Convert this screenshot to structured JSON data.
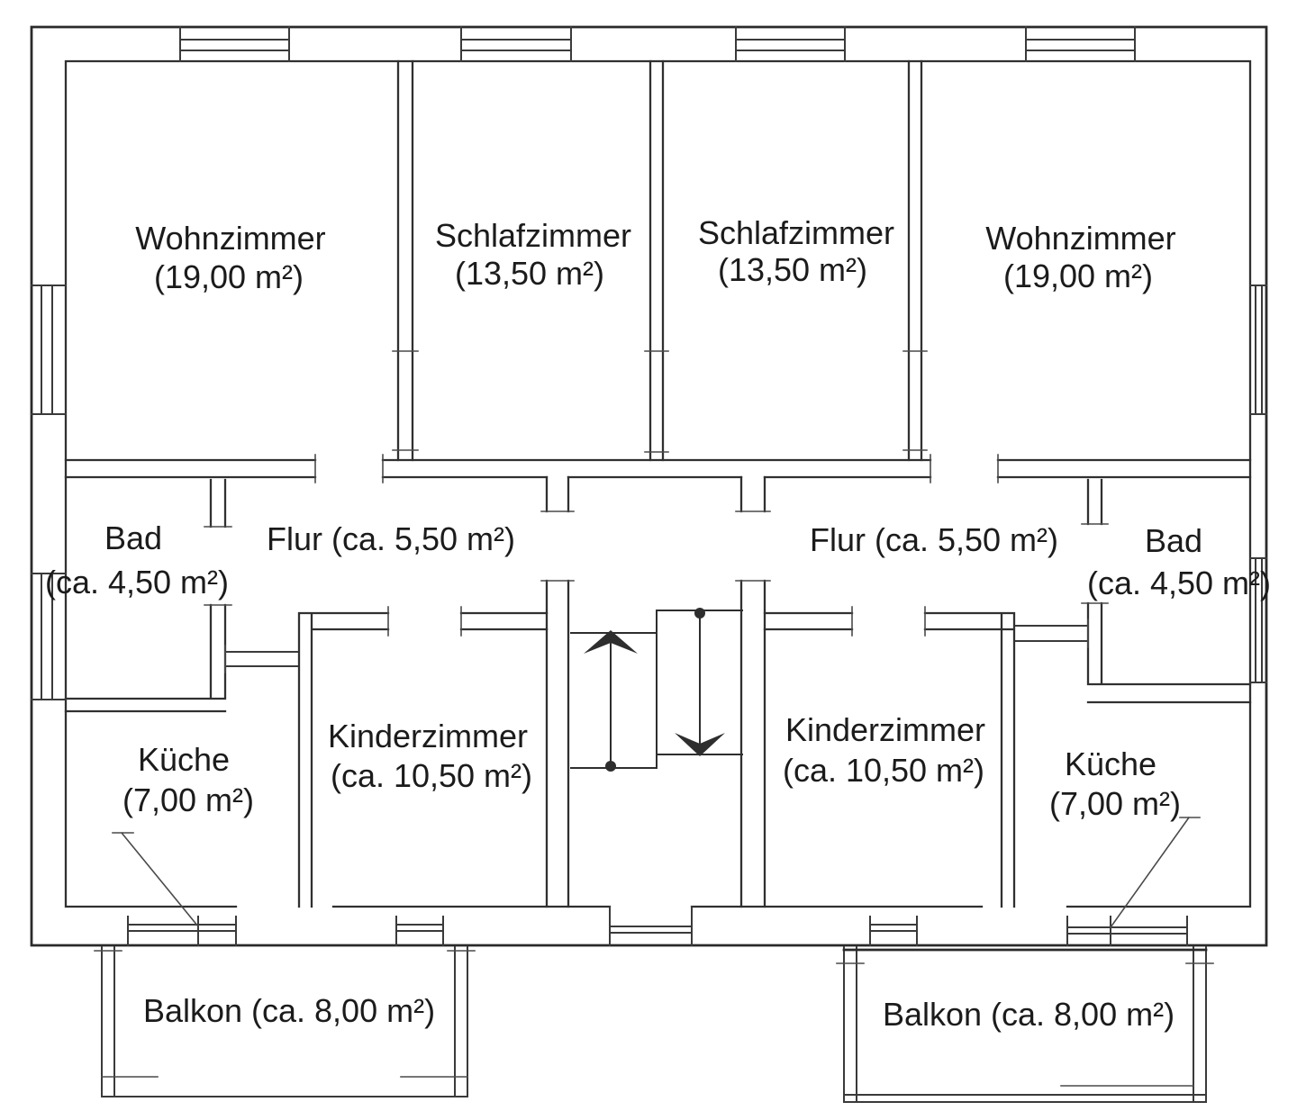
{
  "document": {
    "type": "floor-plan-drawing",
    "language": "de"
  },
  "colors": {
    "background": "#ffffff",
    "line": "#303030",
    "text": "#1b1b1b"
  },
  "rooms": {
    "wohnzimmer_left": {
      "name": "Wohnzimmer",
      "area": "(19,00 m²)"
    },
    "schlafzimmer_left": {
      "name": "Schlafzimmer",
      "area": "(13,50 m²)"
    },
    "schlafzimmer_right": {
      "name": "Schlafzimmer",
      "area": "(13,50 m²)"
    },
    "wohnzimmer_right": {
      "name": "Wohnzimmer",
      "area": "(19,00 m²)"
    },
    "bad_left": {
      "name": "Bad",
      "area": "(ca. 4,50 m²)"
    },
    "flur_left": {
      "label": "Flur (ca. 5,50 m²)"
    },
    "flur_right": {
      "label": "Flur (ca. 5,50 m²)"
    },
    "bad_right": {
      "name": "Bad",
      "area": "(ca. 4,50 m²)"
    },
    "kueche_left": {
      "name": "Küche",
      "area": "(7,00 m²)"
    },
    "kinderzimmer_left": {
      "name": "Kinderzimmer",
      "area": "(ca. 10,50 m²)"
    },
    "kinderzimmer_right": {
      "name": "Kinderzimmer",
      "area": "(ca. 10,50 m²)"
    },
    "kueche_right": {
      "name": "Küche",
      "area": "(7,00 m²)"
    },
    "balkon_left": {
      "label": "Balkon (ca. 8,00 m²)"
    },
    "balkon_right": {
      "label": "Balkon (ca. 8,00 m²)"
    }
  }
}
